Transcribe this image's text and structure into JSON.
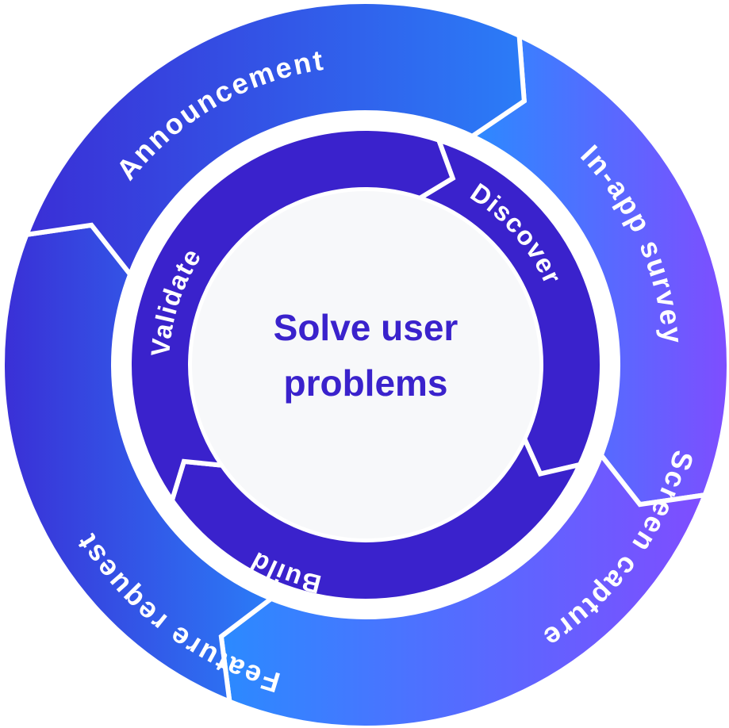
{
  "center": {
    "line1": "Solve user",
    "line2": "problems"
  },
  "outer_ring": [
    {
      "label": "In-app survey"
    },
    {
      "label": "Feature request"
    },
    {
      "label": "Screen capture"
    },
    {
      "label": "Announcement"
    }
  ],
  "inner_ring": [
    {
      "label": "Discover"
    },
    {
      "label": "Build"
    },
    {
      "label": "Validate"
    }
  ],
  "colors": {
    "outer_gradient_start": "#2b8aff",
    "outer_gradient_end": "#7f4dff",
    "outer_left_gradient_start": "#3a2fd6",
    "outer_left_gradient_end": "#2b7cf7",
    "inner_ring": "#3a22cc",
    "center_fill": "#f7f8fa",
    "center_text": "#3a22cc",
    "separator": "#ffffff"
  }
}
